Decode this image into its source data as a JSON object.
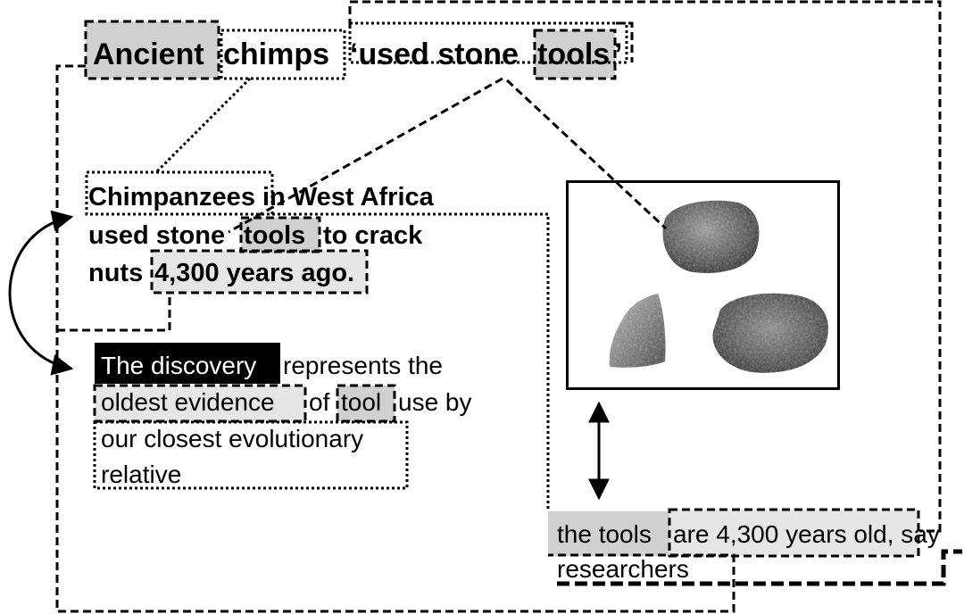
{
  "headline": {
    "ancient": "Ancient",
    "chimps": "chimps",
    "used_stone": "‘used stone",
    "tools": "tools",
    "quote_close": "’"
  },
  "lead": {
    "line1": "Chimpanzees in West Africa",
    "line2_a": "used stone",
    "line2_b": "tools",
    "line2_c": "to crack",
    "line3_a": "nuts",
    "line3_b": "4,300 years ago."
  },
  "body": {
    "line1_a": "The discovery",
    "line1_b": "represents the",
    "line2_a": "oldest evidence",
    "line2_b": "of",
    "line2_c": "tool",
    "line2_d": "use by",
    "line3": "our closest evolutionary",
    "line4": "relative"
  },
  "caption": {
    "line1_a": "the tools",
    "line1_b": "are 4,300 years old, say",
    "line2": "researchers"
  },
  "photo": {
    "icons": [
      "rounded-stone-icon",
      "flake-stone-icon",
      "rough-stone-icon"
    ]
  },
  "colors": {
    "ink": "#000000",
    "dark_highlight": "#d0d0d0",
    "light_highlight": "#e6e6e6"
  }
}
